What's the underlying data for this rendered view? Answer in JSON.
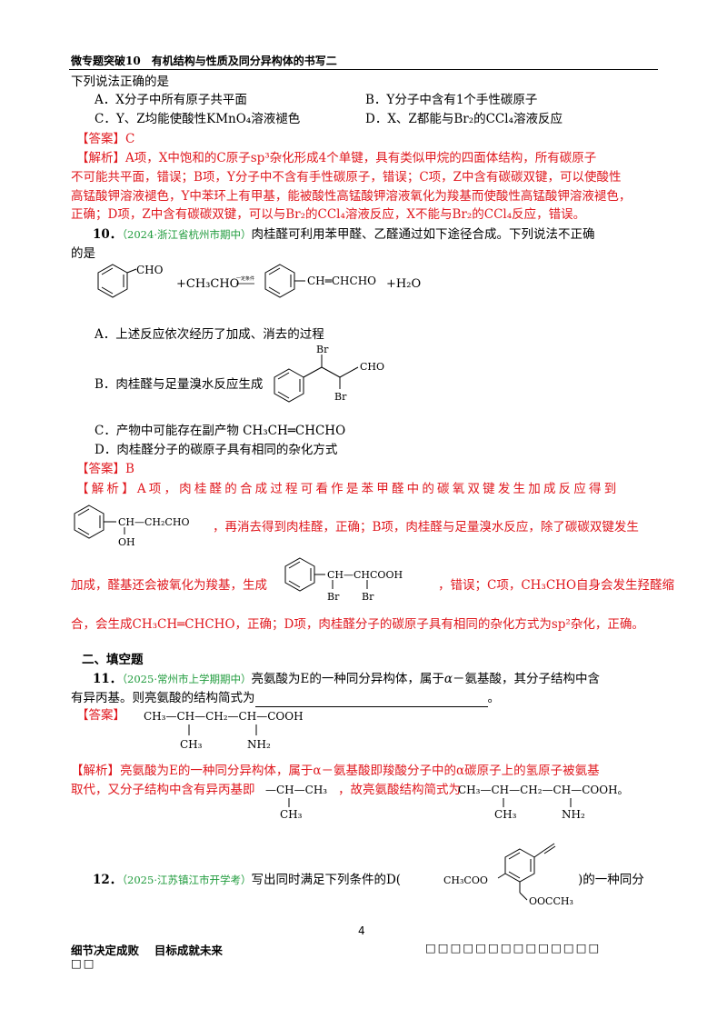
{
  "header": {
    "title": "微专题突破10　有机结构与性质及同分异构体的书写二"
  },
  "q9": {
    "stem": "下列说法正确的是",
    "opt_a": "A．X分子中所有原子共平面",
    "opt_b": "B．Y分子中含有1个手性碳原子",
    "opt_c": "C．Y、Z均能使酸性KMnO₄溶液褪色",
    "opt_d": "D．X、Z都能与Br₂的CCl₄溶液反应",
    "answer_tag": "【答案】",
    "answer": "C",
    "analysis_tag": "【解析】",
    "analysis_l1": "A项，X中饱和的C原子sp³杂化形成4个单键，具有类似甲烷的四面体结构，所有碳原子",
    "analysis_l2": "不可能共平面，错误；B项，Y分子中不含有手性碳原子，错误；C项，Z中含有碳碳双键，可以使酸性",
    "analysis_l3": "高锰酸钾溶液褪色，Y中苯环上有甲基，能被酸性高锰酸钾溶液氧化为羧基而使酸性高锰酸钾溶液褪色，",
    "analysis_l4": "正确；D项，Z中含有碳碳双键，可以与Br₂的CCl₄溶液反应，X不能与Br₂的CCl₄反应，错误。"
  },
  "q10": {
    "number": "10．",
    "source": "（2024·浙江省杭州市期中）",
    "stem_l1": "肉桂醛可利用苯甲醛、乙醛通过如下途径合成。下列说法不正确",
    "stem_l2": "的是",
    "eq_cho": "CHO",
    "eq_plus_ch3cho": "+CH₃CHO",
    "eq_condition": "一定条件",
    "eq_product": "CH═CHCHO",
    "eq_plus_h2o": "+H₂O",
    "opt_a": "A．上述反应依次经历了加成、消去的过程",
    "opt_b": "B．肉桂醛与足量溴水反应生成",
    "opt_b_br": "Br",
    "opt_b_cho": "CHO",
    "opt_c": "C．产物中可能存在副产物 CH₃CH═CHCHO",
    "opt_d": "D．肉桂醛分子的碳原子具有相同的杂化方式",
    "answer_tag": "【答案】",
    "answer": "B",
    "analysis_tag": "【解析】",
    "analysis_l1": "A项，肉桂醛的合成过程可看作是苯甲醛中的碳氧双键发生加成反应得到",
    "inter_chain": "CH—CH₂CHO",
    "inter_oh": "OH",
    "analysis_l2": "，再消去得到肉桂醛，正确；B项，肉桂醛与足量溴水反应，除了碳碳双键发生",
    "analysis_l3a": "加成，醛基还会被氧化为羧基，生成",
    "acid_chain": "CH—CHCOOH",
    "acid_br": "Br",
    "analysis_l3b": "，错误；C项，CH₃CHO自身会发生羟醛缩",
    "analysis_l4": "合，会生成CH₃CH═CHCHO，正确；D项，肉桂醛分子的碳原子具有相同的杂化方式为sp²杂化，正确。"
  },
  "section2": {
    "title": "二、填空题"
  },
  "q11": {
    "number": "11．",
    "source": "（2025·常州市上学期期中）",
    "stem_l1a": "亮氨酸为E的一种同分异构体，属于",
    "stem_alpha": "α",
    "stem_l1b": "－氨基酸，其分子结构中含",
    "stem_l2": "有异丙基。则亮氨酸的结构简式为",
    "stem_end": "。",
    "answer_tag": "【答案】",
    "formula_main": "CH₃—CH—CH₂—CH—COOH",
    "formula_ch3": "CH₃",
    "formula_nh2": "NH₂",
    "analysis_tag": "【解析】",
    "analysis_l1": "亮氨酸为E的一种同分异构体，属于α－氨基酸即羧酸分子中的α碳原子上的氢原子被氨基",
    "analysis_l2a": "取代，又分子结构中含有异丙基即",
    "iso_chain": "—CH—CH₃",
    "iso_ch3": "CH₃",
    "analysis_l2b": "，故亮氨酸结构简式为",
    "analysis_formula": "CH₃—CH—CH₂—CH—COOH。",
    "analysis_ch3": "CH₃",
    "analysis_nh2": "NH₂"
  },
  "q12": {
    "number": "12．",
    "source": "（2025·江苏镇江市开学考）",
    "stem_a": "写出同时满足下列条件的D(",
    "sub_left": "CH₃COO",
    "sub_bottom": "OOCCH₃",
    "stem_b": ")的一种同分"
  },
  "footer": {
    "page_number": "4",
    "left": "细节决定成败　 目标成就未来",
    "right": "□□□□□□□□□□□□□□",
    "left_line2": "□□"
  }
}
